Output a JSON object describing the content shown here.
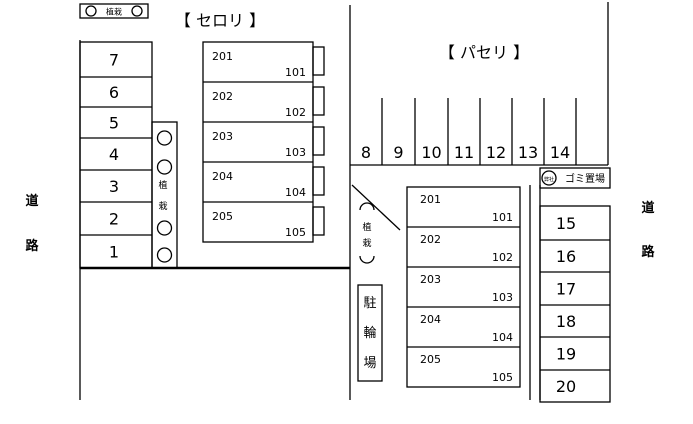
{
  "road_label": "道路",
  "planting_label": "植栽",
  "celery": {
    "title": "【 セロリ 】",
    "units": [
      {
        "upper": "201",
        "lower": "101"
      },
      {
        "upper": "202",
        "lower": "102"
      },
      {
        "upper": "203",
        "lower": "103"
      },
      {
        "upper": "204",
        "lower": "104"
      },
      {
        "upper": "205",
        "lower": "105"
      }
    ],
    "parking": [
      "7",
      "6",
      "5",
      "4",
      "3",
      "2",
      "1"
    ]
  },
  "parsley": {
    "title": "【 パセリ 】",
    "units": [
      {
        "upper": "201",
        "lower": "101"
      },
      {
        "upper": "202",
        "lower": "102"
      },
      {
        "upper": "203",
        "lower": "103"
      },
      {
        "upper": "204",
        "lower": "104"
      },
      {
        "upper": "205",
        "lower": "105"
      }
    ],
    "parking_top": [
      "8",
      "9",
      "10",
      "11",
      "12",
      "13",
      "14"
    ],
    "parking_right": [
      "15",
      "16",
      "17",
      "18",
      "19",
      "20"
    ]
  },
  "garbage": {
    "badge": "弊社",
    "label": "ゴミ置場"
  },
  "bicycle_parking": "駐輪場"
}
